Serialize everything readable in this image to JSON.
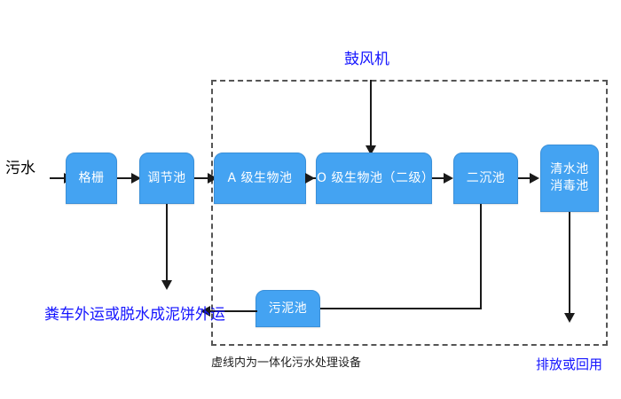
{
  "diagram": {
    "title_note_top": "鼓风机",
    "enclosure_caption": "虚线内为一体化污水处理设备",
    "inlet_label": "污水",
    "sludge_outlet_label": "粪车外运或脱水成泥饼外运",
    "water_outlet_label": "排放或回用",
    "colors": {
      "node_fill": "#44a3f2",
      "node_border": "#3a8fd8",
      "node_text": "#ffffff",
      "annotation_blue": "#1414ff",
      "connector": "#1a1a1a",
      "enclosure_dash": "#555555",
      "background": "#ffffff"
    },
    "nodes": [
      {
        "id": "grid",
        "label": "格栅"
      },
      {
        "id": "regulate",
        "label": "调节池"
      },
      {
        "id": "a-bio",
        "label": "A 级生物池"
      },
      {
        "id": "o-bio",
        "label": "O 级生物池（二级）"
      },
      {
        "id": "settle2",
        "label": "二沉池"
      },
      {
        "id": "clearwater",
        "label_line1": "清水池",
        "label_line2": "消毒池"
      },
      {
        "id": "sludge",
        "label": "污泥池"
      }
    ]
  }
}
